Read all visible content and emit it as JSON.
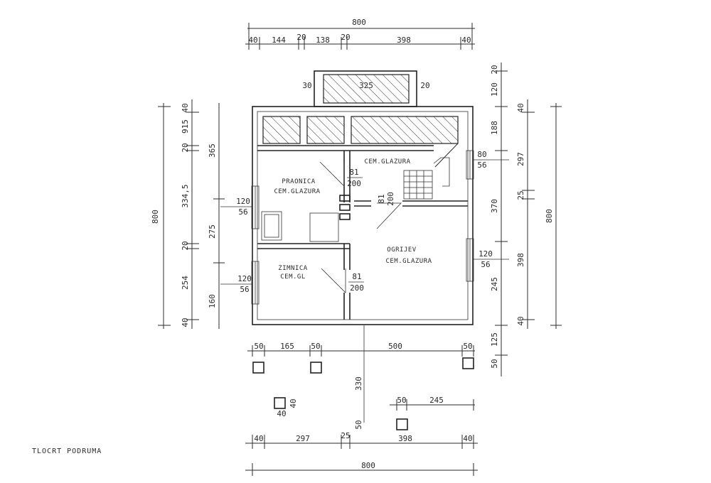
{
  "drawing_title": "TLOCRT PODRUMA",
  "rooms": {
    "praonica": {
      "name": "PRAONICA",
      "floor": "CEM.GLAZURA"
    },
    "zimnica": {
      "name": "ZIMNICA",
      "floor": "CEM.GL"
    },
    "ogrijev": {
      "name": "OGRIJEV",
      "floor": "CEM.GLAZURA"
    },
    "stair_hall": {
      "floor": "CEM.GLAZURA"
    }
  },
  "dims_top": {
    "overall": "800",
    "chain": [
      "40",
      "144",
      "20",
      "138",
      "20",
      "398",
      "40"
    ],
    "balcony": {
      "left": "30",
      "width": "325",
      "right": "20"
    }
  },
  "dims_bottom": {
    "overall": "800",
    "chain": [
      "40",
      "297",
      "25",
      "398",
      "40"
    ],
    "row1": [
      "50",
      "165",
      "50",
      "500",
      "50"
    ],
    "row2": [
      "50",
      "245"
    ],
    "v330": "330",
    "v50": "50",
    "pillar": [
      "40",
      "40"
    ]
  },
  "dims_left": {
    "overall": "800",
    "outer_chain": [
      "40",
      "915",
      "20",
      "334,5",
      "20",
      "254",
      "40"
    ],
    "inner_chain": [
      "365",
      "275",
      "160"
    ]
  },
  "dims_right": {
    "overall": "800",
    "outer_chain": [
      "20",
      "120",
      "188",
      "370",
      "245",
      "125",
      "50"
    ],
    "inner_chain": [
      "40",
      "297",
      "25",
      "398",
      "40"
    ]
  },
  "openings": {
    "door_praonica": {
      "w": "81",
      "h": "200"
    },
    "door_hall": {
      "w": "81",
      "h": "200"
    },
    "door_zimnica": {
      "w": "81",
      "h": "200"
    },
    "win_left_upper": {
      "w": "120",
      "h": "56"
    },
    "win_left_lower": {
      "w": "120",
      "h": "56"
    },
    "win_right": {
      "w": "120",
      "h": "56"
    },
    "win_stair": {
      "w": "80",
      "h": "56"
    }
  }
}
